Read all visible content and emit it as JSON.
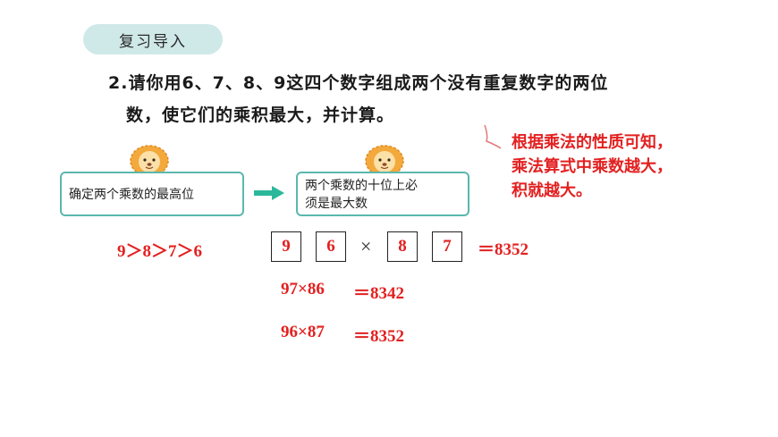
{
  "header": {
    "pill_label": "复习导入"
  },
  "question": {
    "line1": "2.请你用6、7、8、9这四个数字组成两个没有重复数字的两位",
    "line2": "数，使它们的乘积最大，并计算。"
  },
  "steps": {
    "step1": "确定两个乘数的最高位",
    "step2_line1": "两个乘数的十位上必",
    "step2_line2": "须是最大数"
  },
  "note": {
    "line1": "根据乘法的性质可知，",
    "line2": "乘法算式中乘数越大，",
    "line3": "积就越大。"
  },
  "ordering": "9＞8＞7＞6",
  "digits": [
    "9",
    "6",
    "8",
    "7"
  ],
  "times_symbol": "×",
  "box_result": "＝8352",
  "calc1": {
    "expr": "97×86",
    "result": "＝8342"
  },
  "calc2": {
    "expr": "96×87",
    "result": "＝8352"
  },
  "colors": {
    "accent_red": "#e32020",
    "teal": "#5bb7ae",
    "pill_bg": "#cfe9e8",
    "arrow": "#2bb89a",
    "lion": "#f3a93b"
  },
  "icons": [
    "lion-icon",
    "arrow-right-icon"
  ]
}
